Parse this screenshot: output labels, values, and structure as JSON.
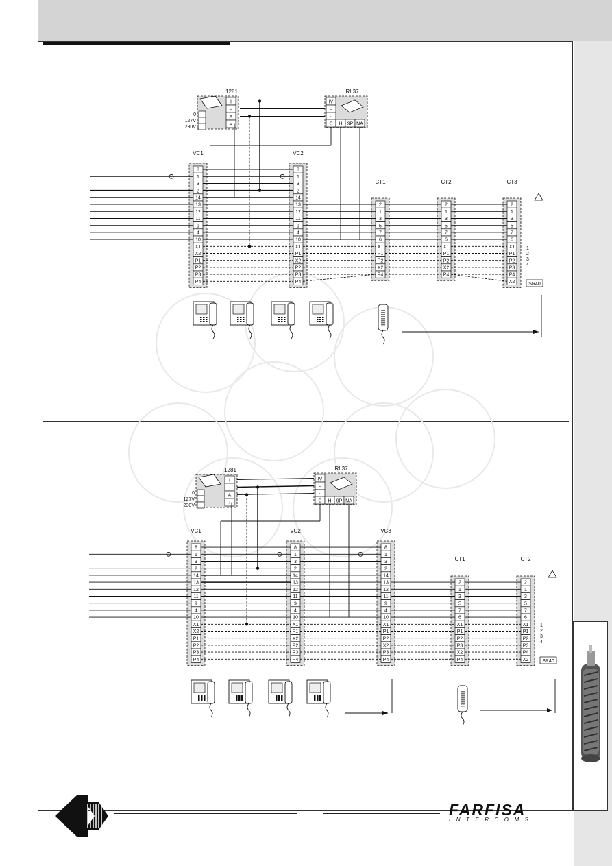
{
  "brand": {
    "name": "FARFISA",
    "sub": "INTERCOMS"
  },
  "top": {
    "psu": {
      "label": "1281",
      "terminals": [
        "I",
        "−",
        "A",
        "+"
      ],
      "voltages": [
        "0",
        "127V",
        "230V"
      ]
    },
    "relay": {
      "label": "RL37",
      "terminals_left": [
        "IV",
        "−",
        "~"
      ],
      "terminals_bottom": [
        "C",
        "H",
        "9P",
        "NA"
      ]
    },
    "vc1": {
      "label": "VC1",
      "terminals": [
        "8",
        "1",
        "3",
        "2",
        "14",
        "13",
        "12",
        "11",
        "9",
        "4",
        "10",
        "X1",
        "X2",
        "P1",
        "P2",
        "P3",
        "P4"
      ]
    },
    "vc2": {
      "label": "VC2",
      "terminals": [
        "8",
        "1",
        "3",
        "2",
        "14",
        "13",
        "12",
        "11",
        "9",
        "4",
        "10",
        "X1",
        "P1",
        "X2",
        "P2",
        "P3",
        "P4"
      ]
    },
    "ct1": {
      "label": "CT1",
      "terminals": [
        "2",
        "1",
        "3",
        "5",
        "7",
        "6",
        "X1",
        "P1",
        "P2",
        "X2",
        "P4"
      ]
    },
    "ct2": {
      "label": "CT2",
      "terminals": [
        "2",
        "1",
        "3",
        "5",
        "7",
        "6",
        "X1",
        "P1",
        "P2",
        "X2",
        "P4"
      ]
    },
    "ct3": {
      "label": "CT3",
      "terminals": [
        "2",
        "1",
        "3",
        "5",
        "7",
        "6",
        "X1",
        "P1",
        "P2",
        "P3",
        "P4",
        "X2"
      ],
      "panel": "SR40",
      "buttons": [
        "1",
        "2",
        "3",
        "4"
      ]
    }
  },
  "bottom": {
    "psu": {
      "label": "1281",
      "terminals": [
        "I",
        "−",
        "A",
        "+"
      ],
      "voltages": [
        "0",
        "127V",
        "230V"
      ]
    },
    "relay": {
      "label": "RL37",
      "terminals_left": [
        "IV",
        "−",
        "~"
      ],
      "terminals_bottom": [
        "C",
        "H",
        "9P",
        "NA"
      ]
    },
    "vc1": {
      "label": "VC1",
      "terminals": [
        "8",
        "1",
        "3",
        "2",
        "14",
        "13",
        "12",
        "11",
        "9",
        "4",
        "10",
        "X1",
        "X2",
        "P1",
        "P2",
        "P3",
        "P4"
      ]
    },
    "vc2": {
      "label": "VC2",
      "terminals": [
        "8",
        "1",
        "3",
        "2",
        "14",
        "13",
        "12",
        "11",
        "9",
        "4",
        "10",
        "X1",
        "P1",
        "X2",
        "P2",
        "P3",
        "P4"
      ]
    },
    "vc3": {
      "label": "VC3",
      "terminals": [
        "8",
        "1",
        "3",
        "2",
        "14",
        "13",
        "12",
        "11",
        "9",
        "4",
        "10",
        "X1",
        "P1",
        "P2",
        "X2",
        "P3",
        "P4"
      ]
    },
    "ct1": {
      "label": "CT1",
      "terminals": [
        "2",
        "1",
        "3",
        "5",
        "7",
        "6",
        "X1",
        "P1",
        "P2",
        "P3",
        "X2",
        "P4"
      ]
    },
    "ct2": {
      "label": "CT2",
      "terminals": [
        "2",
        "1",
        "3",
        "5",
        "7",
        "6",
        "X1",
        "P1",
        "P2",
        "P3",
        "P4",
        "X2"
      ],
      "panel": "SR40",
      "buttons": [
        "1",
        "2",
        "3",
        "4"
      ]
    }
  }
}
